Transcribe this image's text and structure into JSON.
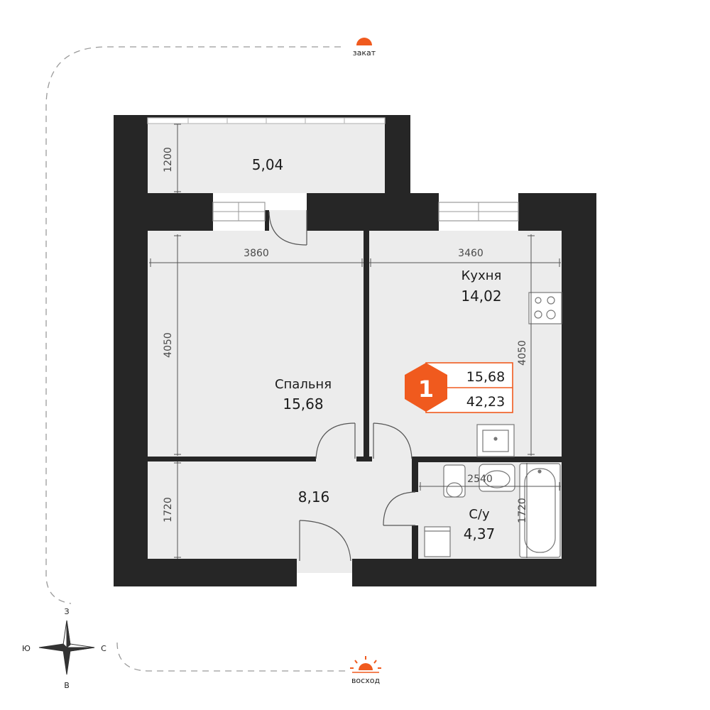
{
  "colors": {
    "wall": "#262626",
    "floor": "#ececec",
    "accent": "#f05a1e",
    "line": "#555555"
  },
  "compass": {
    "sunset": "закат",
    "sunrise": "восход",
    "north": "З",
    "south": "В",
    "west": "Ю",
    "east": "С"
  },
  "rooms": {
    "balcony": {
      "area": "5,04"
    },
    "kitchen": {
      "name": "Кухня",
      "area": "14,02"
    },
    "bedroom": {
      "name": "Спальня",
      "area": "15,68"
    },
    "hall": {
      "area": "8,16"
    },
    "bathroom": {
      "name": "С/у",
      "area": "4,37"
    }
  },
  "dimensions": {
    "balcony_depth": "1200",
    "bedroom_width": "3860",
    "kitchen_width": "3460",
    "bedroom_depth": "4050",
    "kitchen_depth": "4050",
    "hall_depth": "1720",
    "bath_width": "2540",
    "bath_depth": "1720"
  },
  "badge": {
    "rooms_count": "1",
    "living_area": "15,68",
    "total_area": "42,23"
  }
}
